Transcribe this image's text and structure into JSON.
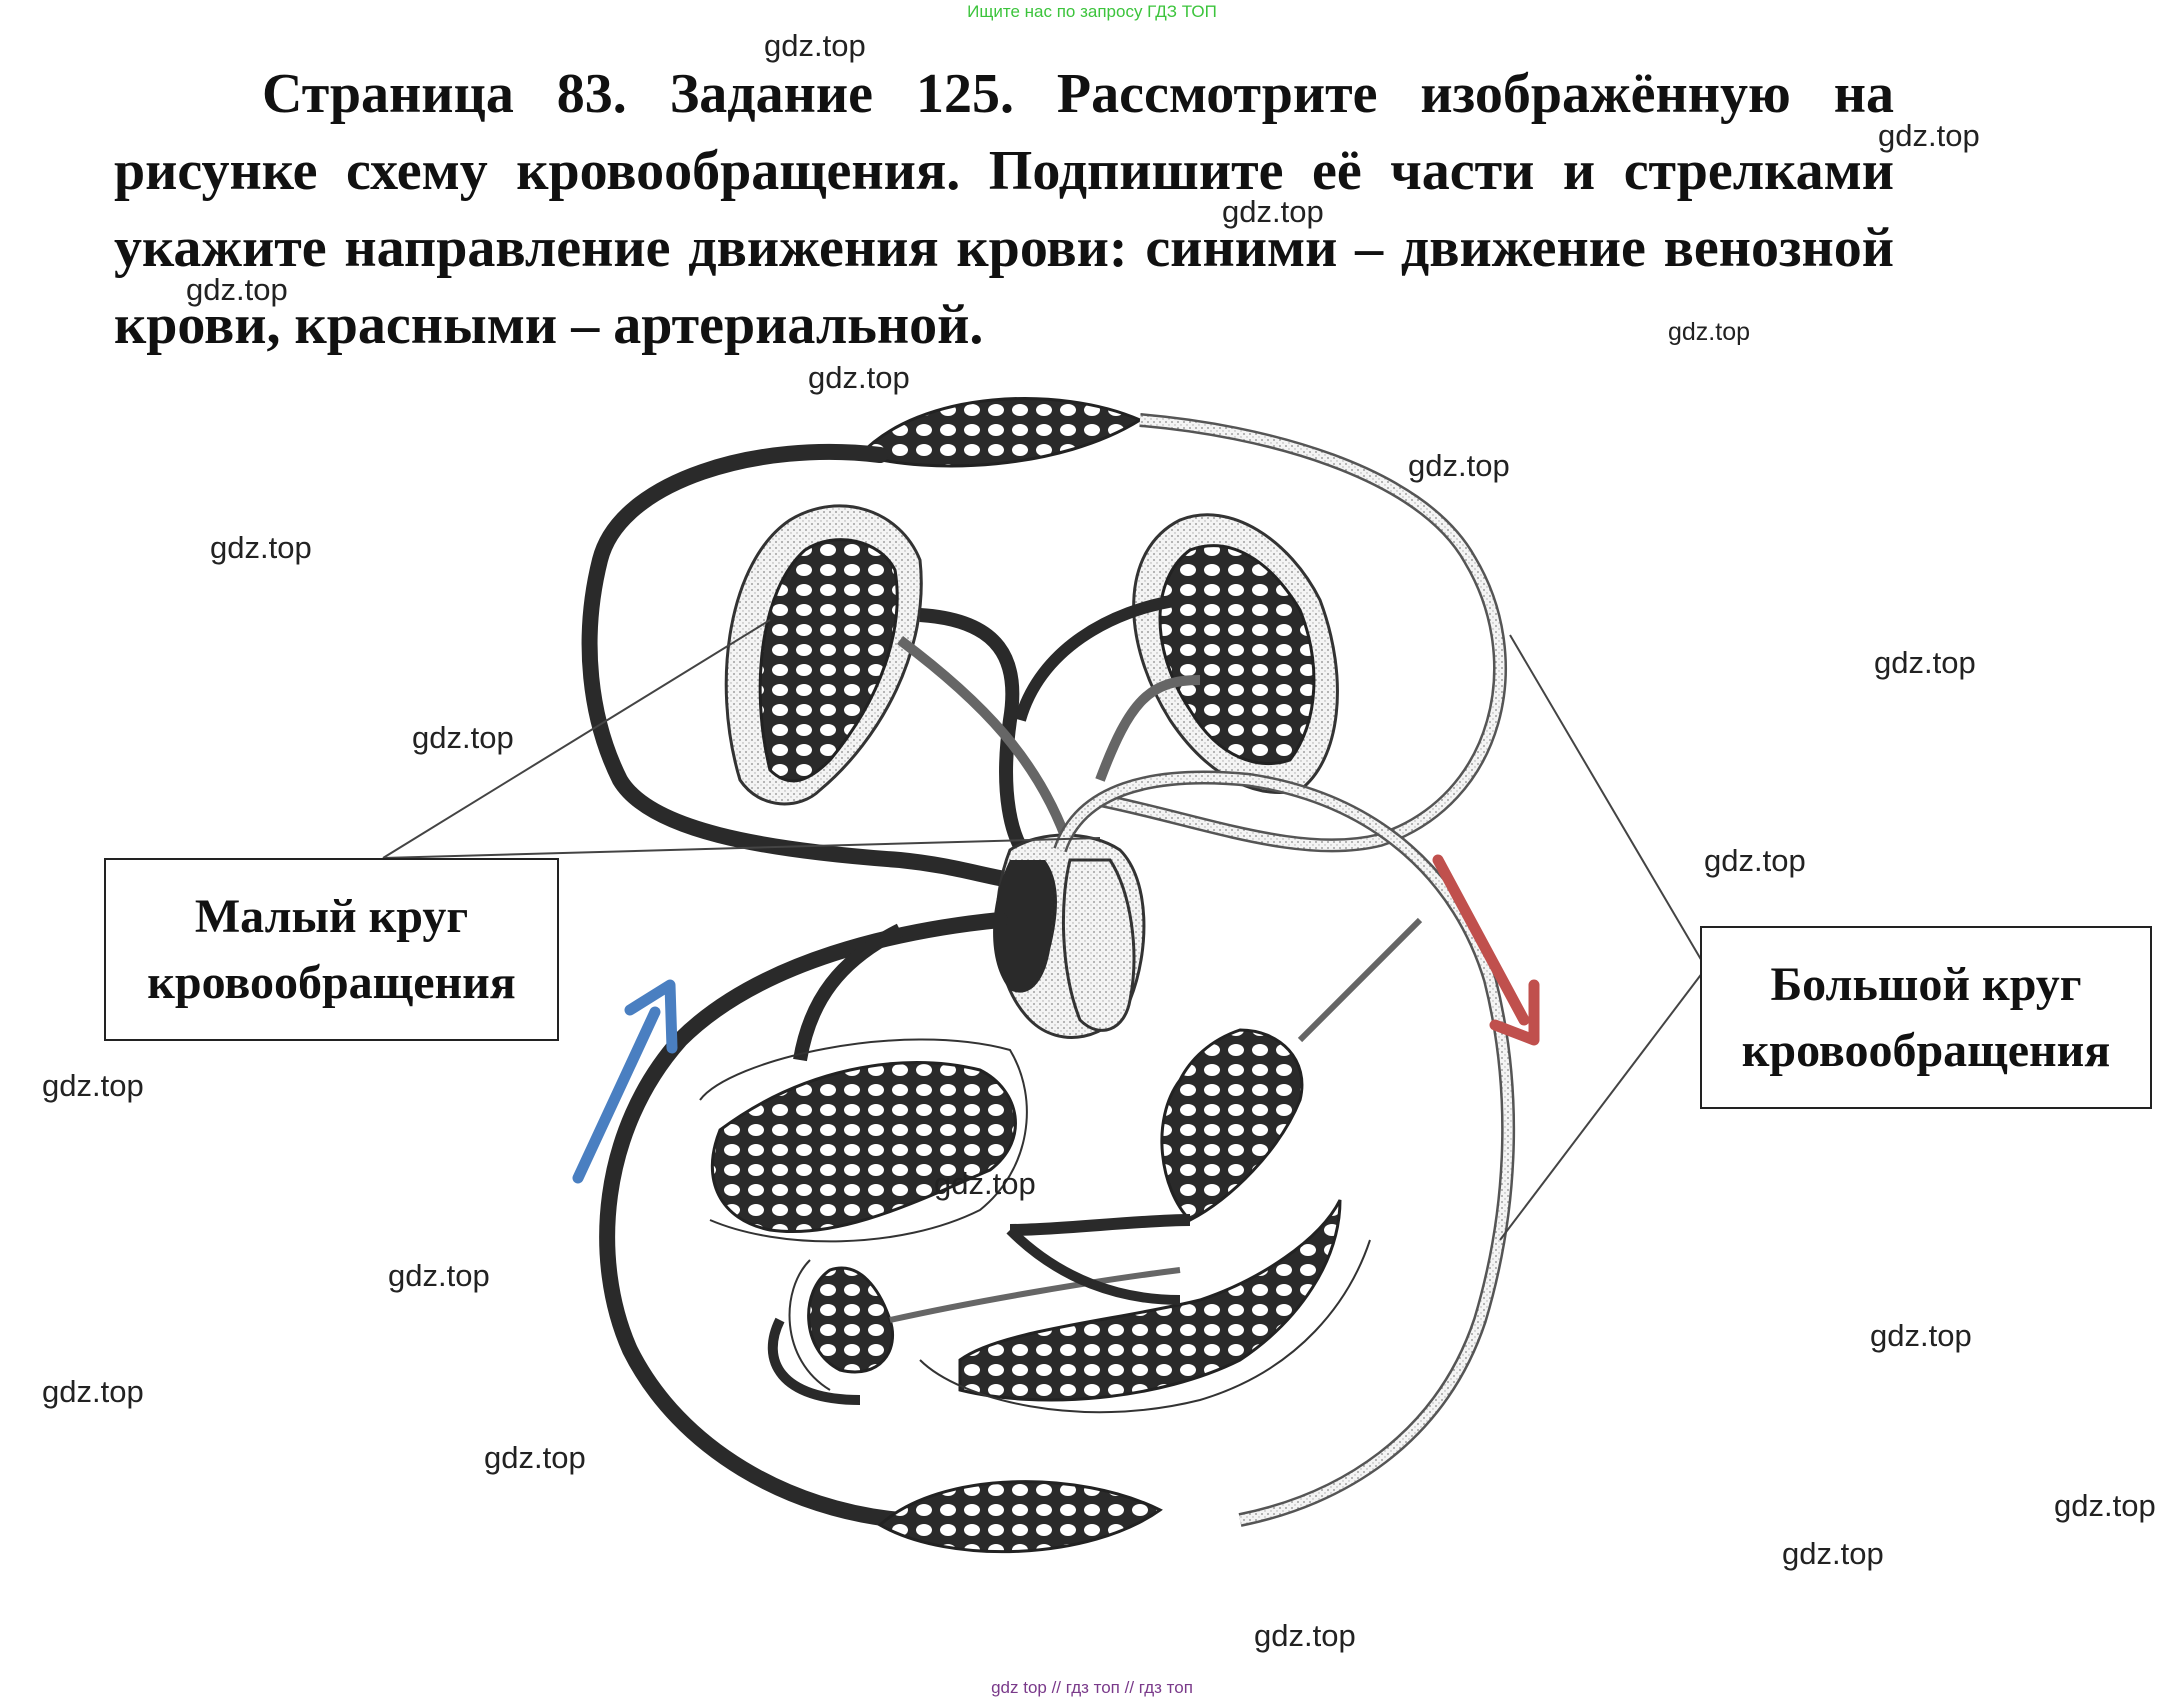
{
  "banner_top": "Ищите нас по запросу ГДЗ ТОП",
  "banner_bottom": "gdz top  //  гдз топ  //  гдз топ",
  "task_text": "Страница 83. Задание 125. Рассмотрите изображённую на рисунке схему кровообращения. Подпишите её части и стрелками укажите направление движения крови: синими – движение венозной крови, красными – артериальной.",
  "labels": {
    "small_circle": "Малый круг кровообращения",
    "large_circle": "Большой круг кровообращения"
  },
  "watermark": "gdz.top",
  "colors": {
    "banner_top": "#3cc43c",
    "blue_arrow": "#4a7fc1",
    "red_arrow": "#c0504d",
    "vessel_dark": "#2a2a2a",
    "vessel_light": "#e6e6e6"
  }
}
